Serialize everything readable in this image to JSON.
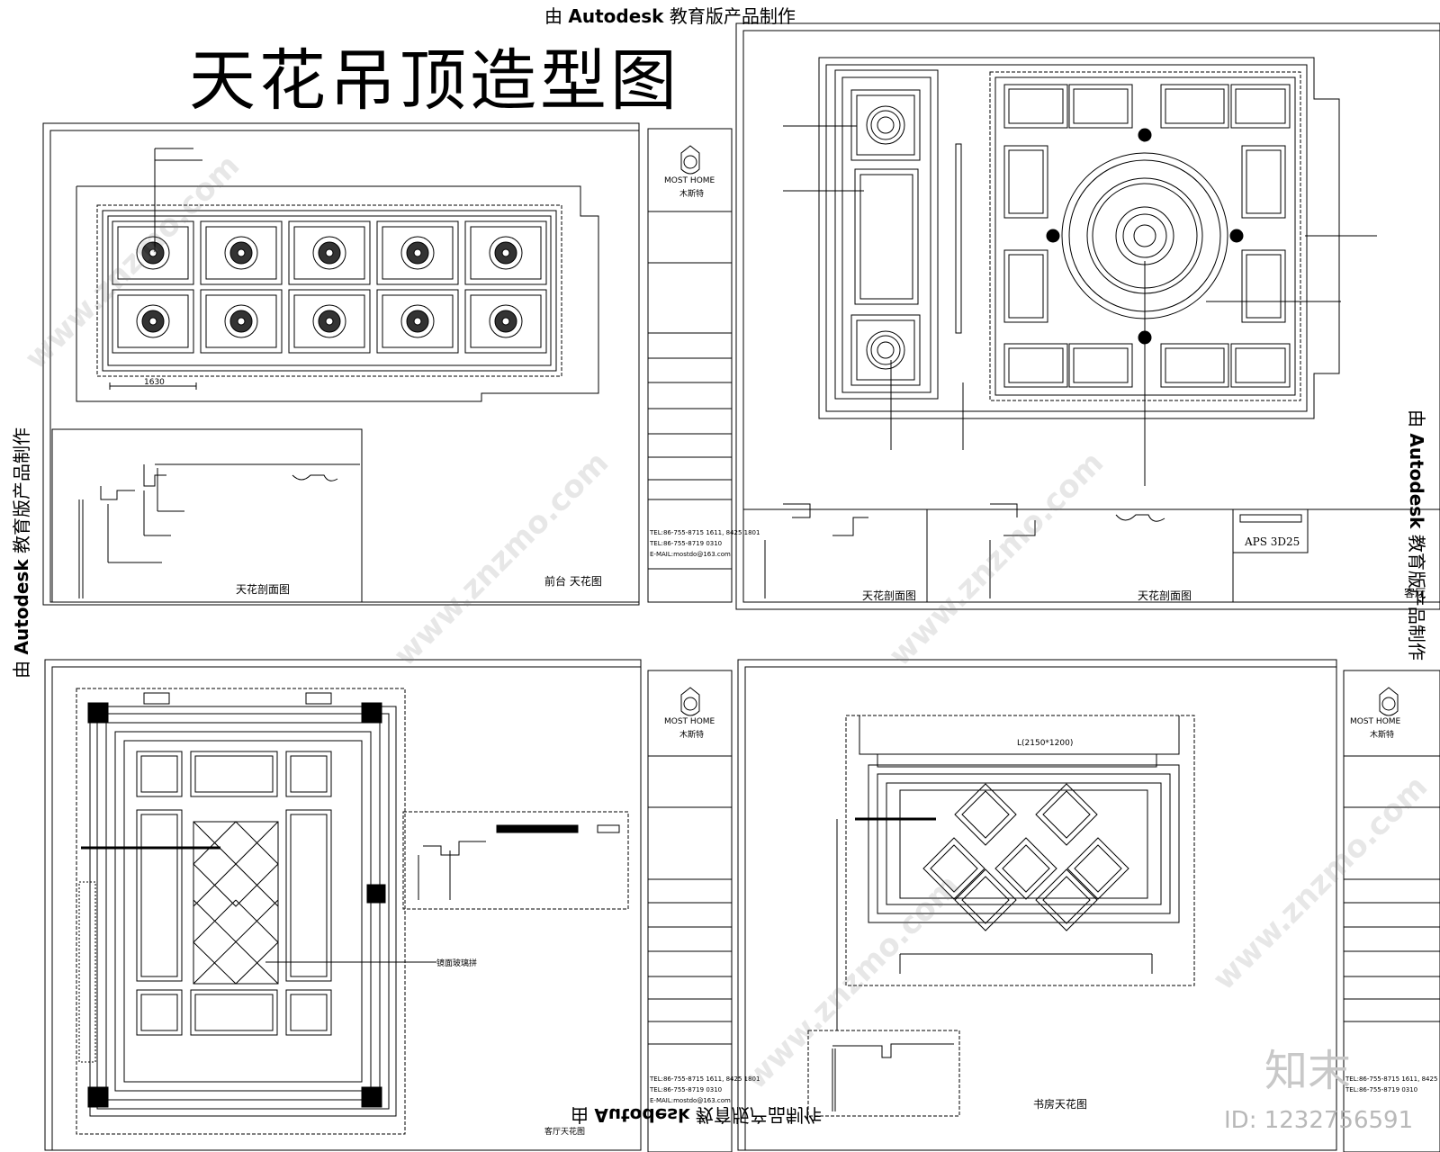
{
  "title": "天花吊顶造型图",
  "stamp": {
    "prefix": "由 ",
    "brand": "Autodesk",
    "suffix": " 教育版产品制作"
  },
  "titleblock": {
    "brand_en": "MOST HOME",
    "brand_cn": "木斯特",
    "phones": [
      "TEL:86-755-8715 1611, 8425 1801",
      "TEL:86-755-8719 0310"
    ],
    "email": "E-MAIL:mostdo@163.com"
  },
  "panels": {
    "p1": {
      "caption": "前台  天花图",
      "section": "天花剖面图",
      "dim": "1630"
    },
    "p2": {
      "caption": "客厅",
      "section1": "天花剖面图",
      "section2": "天花剖面图",
      "tag": "APS 3D25"
    },
    "p3": {
      "caption": "客厅天花图",
      "note": "镜面玻璃拼"
    },
    "p4": {
      "caption": "书房天花图",
      "dim": "L(2150*1200)"
    }
  },
  "watermark": {
    "site": "www.znzmo.com",
    "brand": "知末",
    "id": "ID: 1232756591"
  }
}
